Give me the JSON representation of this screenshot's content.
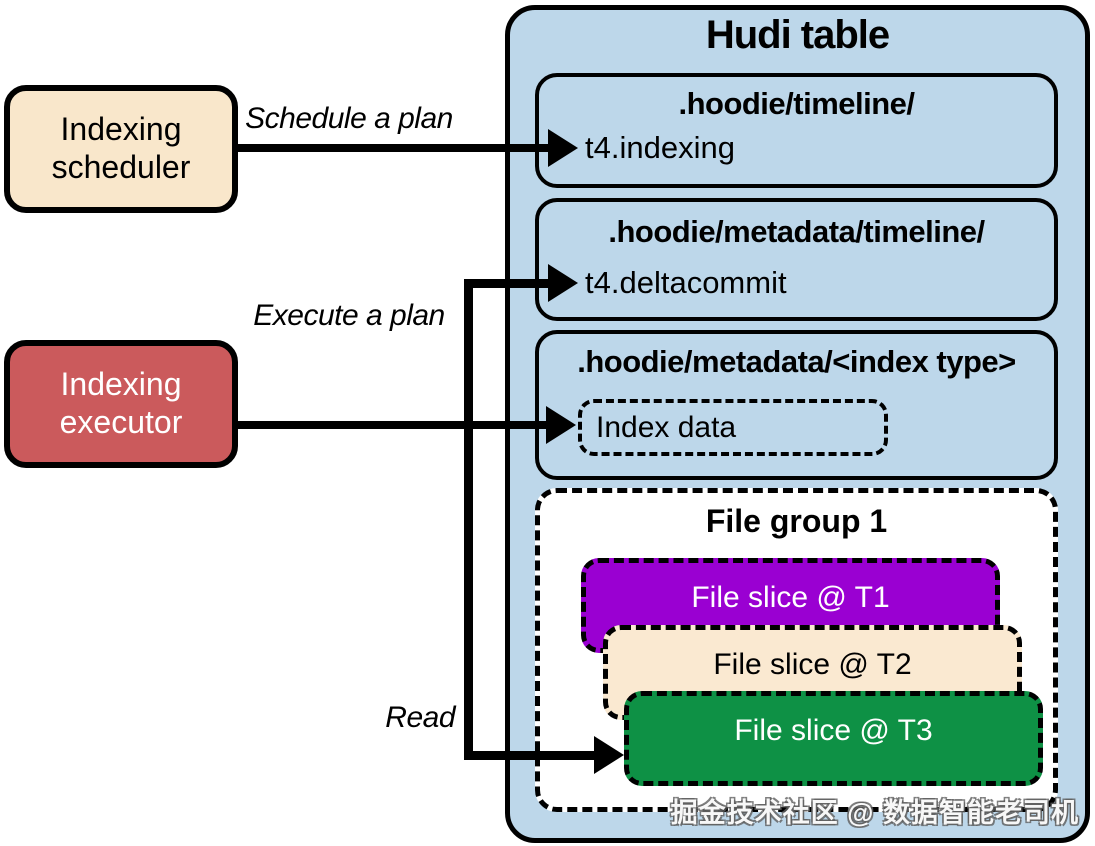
{
  "hudi": {
    "title": "Hudi table",
    "folders": [
      {
        "path": ".hoodie/timeline/",
        "entry": "t4.indexing"
      },
      {
        "path": ".hoodie/metadata/timeline/",
        "entry": "t4.deltacommit"
      },
      {
        "path": ".hoodie/metadata/<index type>",
        "entry": "Index data"
      }
    ],
    "file_group": {
      "title": "File group 1",
      "slices": [
        {
          "label": "File slice @ T1",
          "color": "#9A00D2"
        },
        {
          "label": "File slice @ T2",
          "color": "#FAE9D1"
        },
        {
          "label": "File slice @ T3",
          "color": "#0E9145"
        }
      ]
    }
  },
  "actors": [
    {
      "label": "Indexing scheduler",
      "color": "#F9E7CB"
    },
    {
      "label": "Indexing executor",
      "color": "#CB5A5C"
    }
  ],
  "arrows": {
    "schedule": {
      "label": "Schedule a plan"
    },
    "execute": {
      "label": "Execute a plan"
    },
    "read": {
      "label": "Read"
    }
  },
  "watermark": "掘金技术社区 @ 数据智能老司机",
  "colors": {
    "hudi_background": "#BDD7EA",
    "file_group_background": "#FFFFFF",
    "line": "#000000",
    "slice_t1_text": "#FFFFFF",
    "slice_t2_text": "#000000",
    "slice_t3_text": "#FFFFFF"
  }
}
